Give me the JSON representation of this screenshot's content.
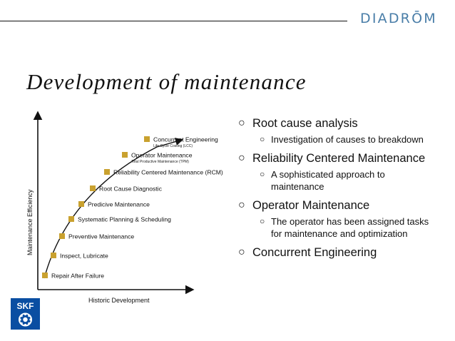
{
  "header": {
    "brand": "DIADRŌM"
  },
  "title": "Development of maintenance",
  "diagram": {
    "y_axis_label": "Maintenance Efficiency",
    "x_axis_label": "Historic Development",
    "steps": [
      {
        "label": "Repair After Failure"
      },
      {
        "label": "Inspect, Lubricate"
      },
      {
        "label": "Preventive Maintenance"
      },
      {
        "label": "Systematic Planning & Scheduling"
      },
      {
        "label": "Predicive Maintenance"
      },
      {
        "label": "Root Cause Diagnostic"
      },
      {
        "label": "Reliability Centered Maintenance (RCM)"
      },
      {
        "label": "Operator Maintenance",
        "sublabel": "Total Productive Maintenance (TPM)"
      },
      {
        "label": "Concurrent Engineering",
        "sublabel": "Life Cycle Costing (LCC)"
      }
    ],
    "marker_color": "#c9a12f"
  },
  "bullets": [
    {
      "text": "Root cause analysis",
      "sub": "Investigation of causes to breakdown"
    },
    {
      "text": "Reliability Centered Maintenance",
      "sub": "A sophisticated approach to maintenance"
    },
    {
      "text": "Operator Maintenance",
      "sub": "The operator has been assigned tasks for maintenance and optimization"
    },
    {
      "text": "Concurrent Engineering"
    }
  ],
  "skf": {
    "label": "SKF",
    "color": "#0a4ea2"
  },
  "colors": {
    "accent": "#3a6e9c"
  }
}
